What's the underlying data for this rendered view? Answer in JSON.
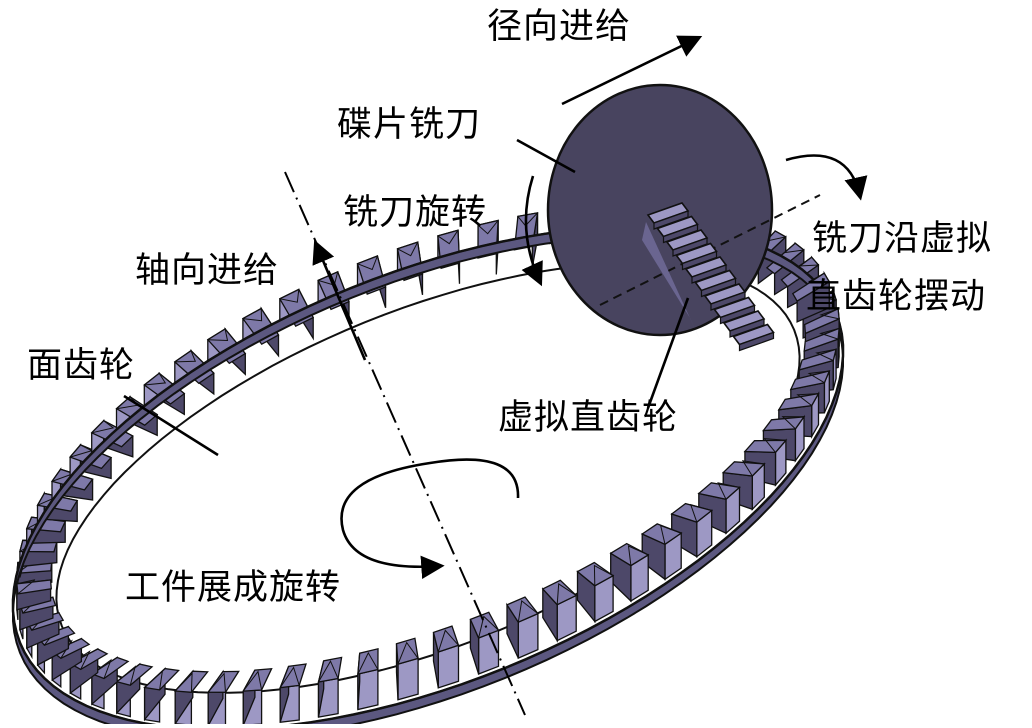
{
  "title": "面齿轮碟片铣刀加工原理示意图",
  "colors": {
    "cutter_fill": "#48445f",
    "tooth_light": "#9d98c4",
    "tooth_mid": "#7e79a8",
    "tooth_dark": "#4d4869",
    "rim_fill": "#5c5880",
    "outline": "#111111",
    "annotation": "#000000"
  },
  "face_gear": {
    "tooth_count": 64
  },
  "labels": {
    "radial_feed": "径向进给",
    "disc_cutter": "碟片铣刀",
    "cutter_rotation": "铣刀旋转",
    "axial_feed": "轴向进给",
    "swing_line1": "铣刀沿虚拟",
    "swing_line2": "直齿轮摆动",
    "face_gear": "面齿轮",
    "virtual_spur_gear": "虚拟直齿轮",
    "workpiece_rotation": "工件展成旋转"
  }
}
